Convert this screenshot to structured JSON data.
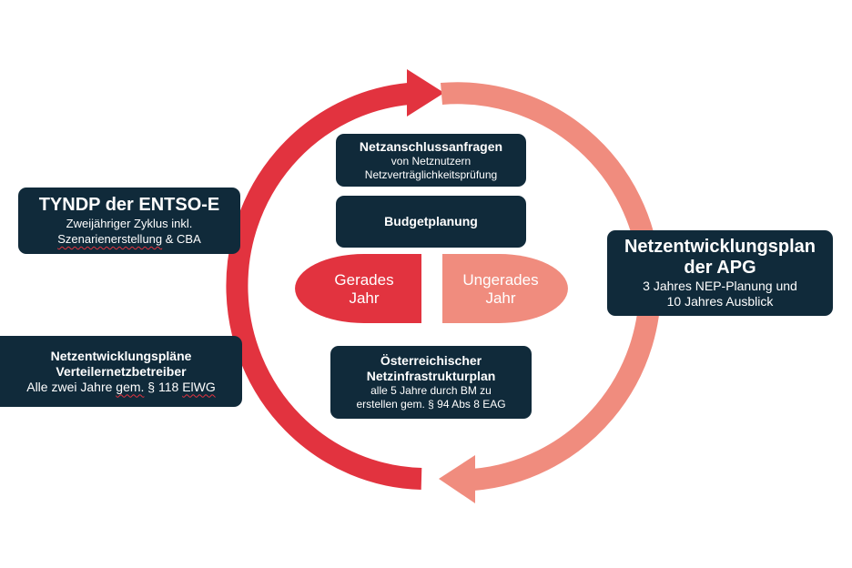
{
  "colors": {
    "red": "#e2333f",
    "salmon": "#f08c7e",
    "navy": "#102a3a",
    "text_on_dark": "#ffffff"
  },
  "tyndp": {
    "title": "TYNDP der ENTSO-E",
    "line1": "Zweijähriger Zyklus inkl.",
    "line2_underlined": "Szenarienerstellung",
    "line2_rest": " & CBA"
  },
  "nep_vnb": {
    "title1": "Netzentwicklungspläne",
    "title2": "Verteilernetzbetreiber",
    "line_prefix": "Alle zwei Jahre ",
    "line_gem": "gem.",
    "line_mid": " § 118 ",
    "line_eiwg": "ElWG"
  },
  "netzanschluss": {
    "title": "Netzanschlussanfragen",
    "line1": "von Netznutzern",
    "line2": "Netzverträglichkeitsprüfung"
  },
  "budget": {
    "title": "Budgetplanung"
  },
  "years": {
    "even_line1": "Gerades",
    "even_line2": "Jahr",
    "odd_line1": "Ungerades",
    "odd_line2": "Jahr"
  },
  "oenip": {
    "title1": "Österreichischer",
    "title2": "Netzinfrastrukturplan",
    "line1": "alle 5 Jahre durch BM zu",
    "line2": "erstellen gem. § 94 Abs 8 EAG"
  },
  "apg": {
    "title1": "Netzentwicklungsplan",
    "title2": "der APG",
    "line1": "3 Jahres NEP-Planung und",
    "line2": "10 Jahres Ausblick"
  }
}
